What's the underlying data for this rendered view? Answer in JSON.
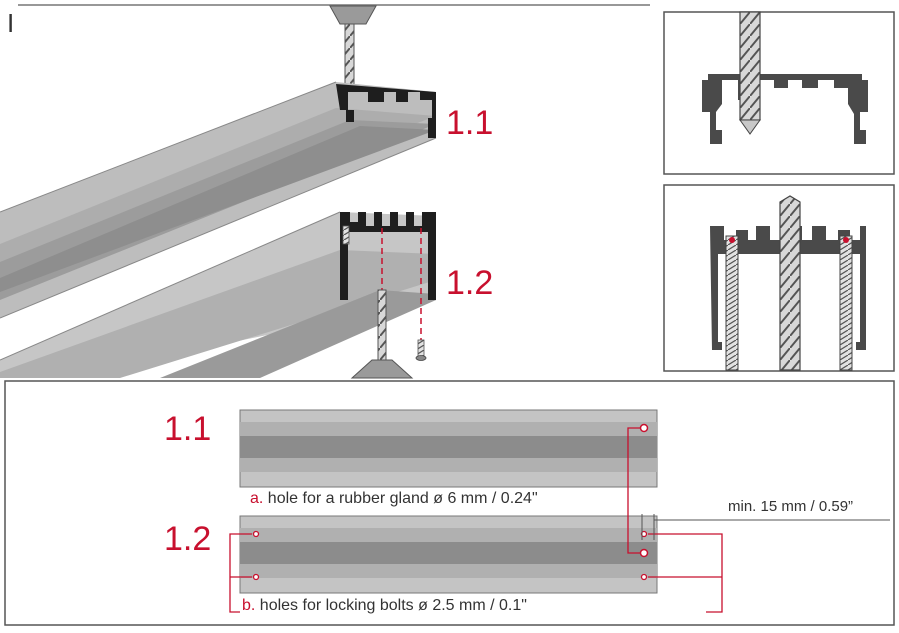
{
  "section_mark": "I",
  "iso_labels": {
    "upper": "1.1",
    "lower": "1.2"
  },
  "plan": {
    "label_upper": "1.1",
    "label_lower": "1.2",
    "note_a_key": "a.",
    "note_a_text": "hole for a rubber gland ø 6 mm / 0.24\"",
    "note_b_key": "b.",
    "note_b_text": "holes for locking bolts ø 2.5 mm / 0.1\"",
    "min_distance": "min. 15 mm / 0.59”"
  },
  "colors": {
    "accent": "#c8102e",
    "profile_dark": "#4a4a4a",
    "profile_light": "#c4c4c4",
    "frame": "#555555",
    "text": "#333333"
  },
  "icons": [
    "drill-bit-icon",
    "screw-icon"
  ]
}
